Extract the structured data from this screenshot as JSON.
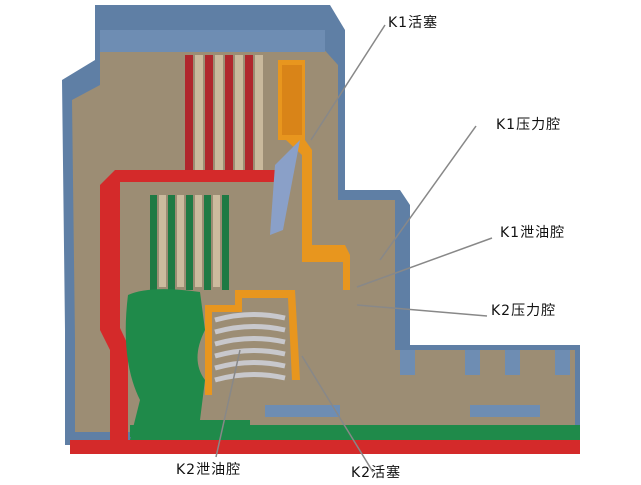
{
  "diagram": {
    "labels": {
      "k1_piston": "K1活塞",
      "k1_pressure_chamber": "K1压力腔",
      "k1_drain_chamber": "K1泄油腔",
      "k2_pressure_chamber": "K2压力腔",
      "k2_drain_chamber": "K2泄油腔",
      "k2_piston": "K2活塞"
    },
    "colors": {
      "housing": "#9c8d74",
      "casing_blue": "#5f7fa5",
      "k1_oil": "#d42a2a",
      "k2_oil": "#1f8a4a",
      "piston_orange": "#e8961e",
      "leader_line": "#888888"
    }
  }
}
